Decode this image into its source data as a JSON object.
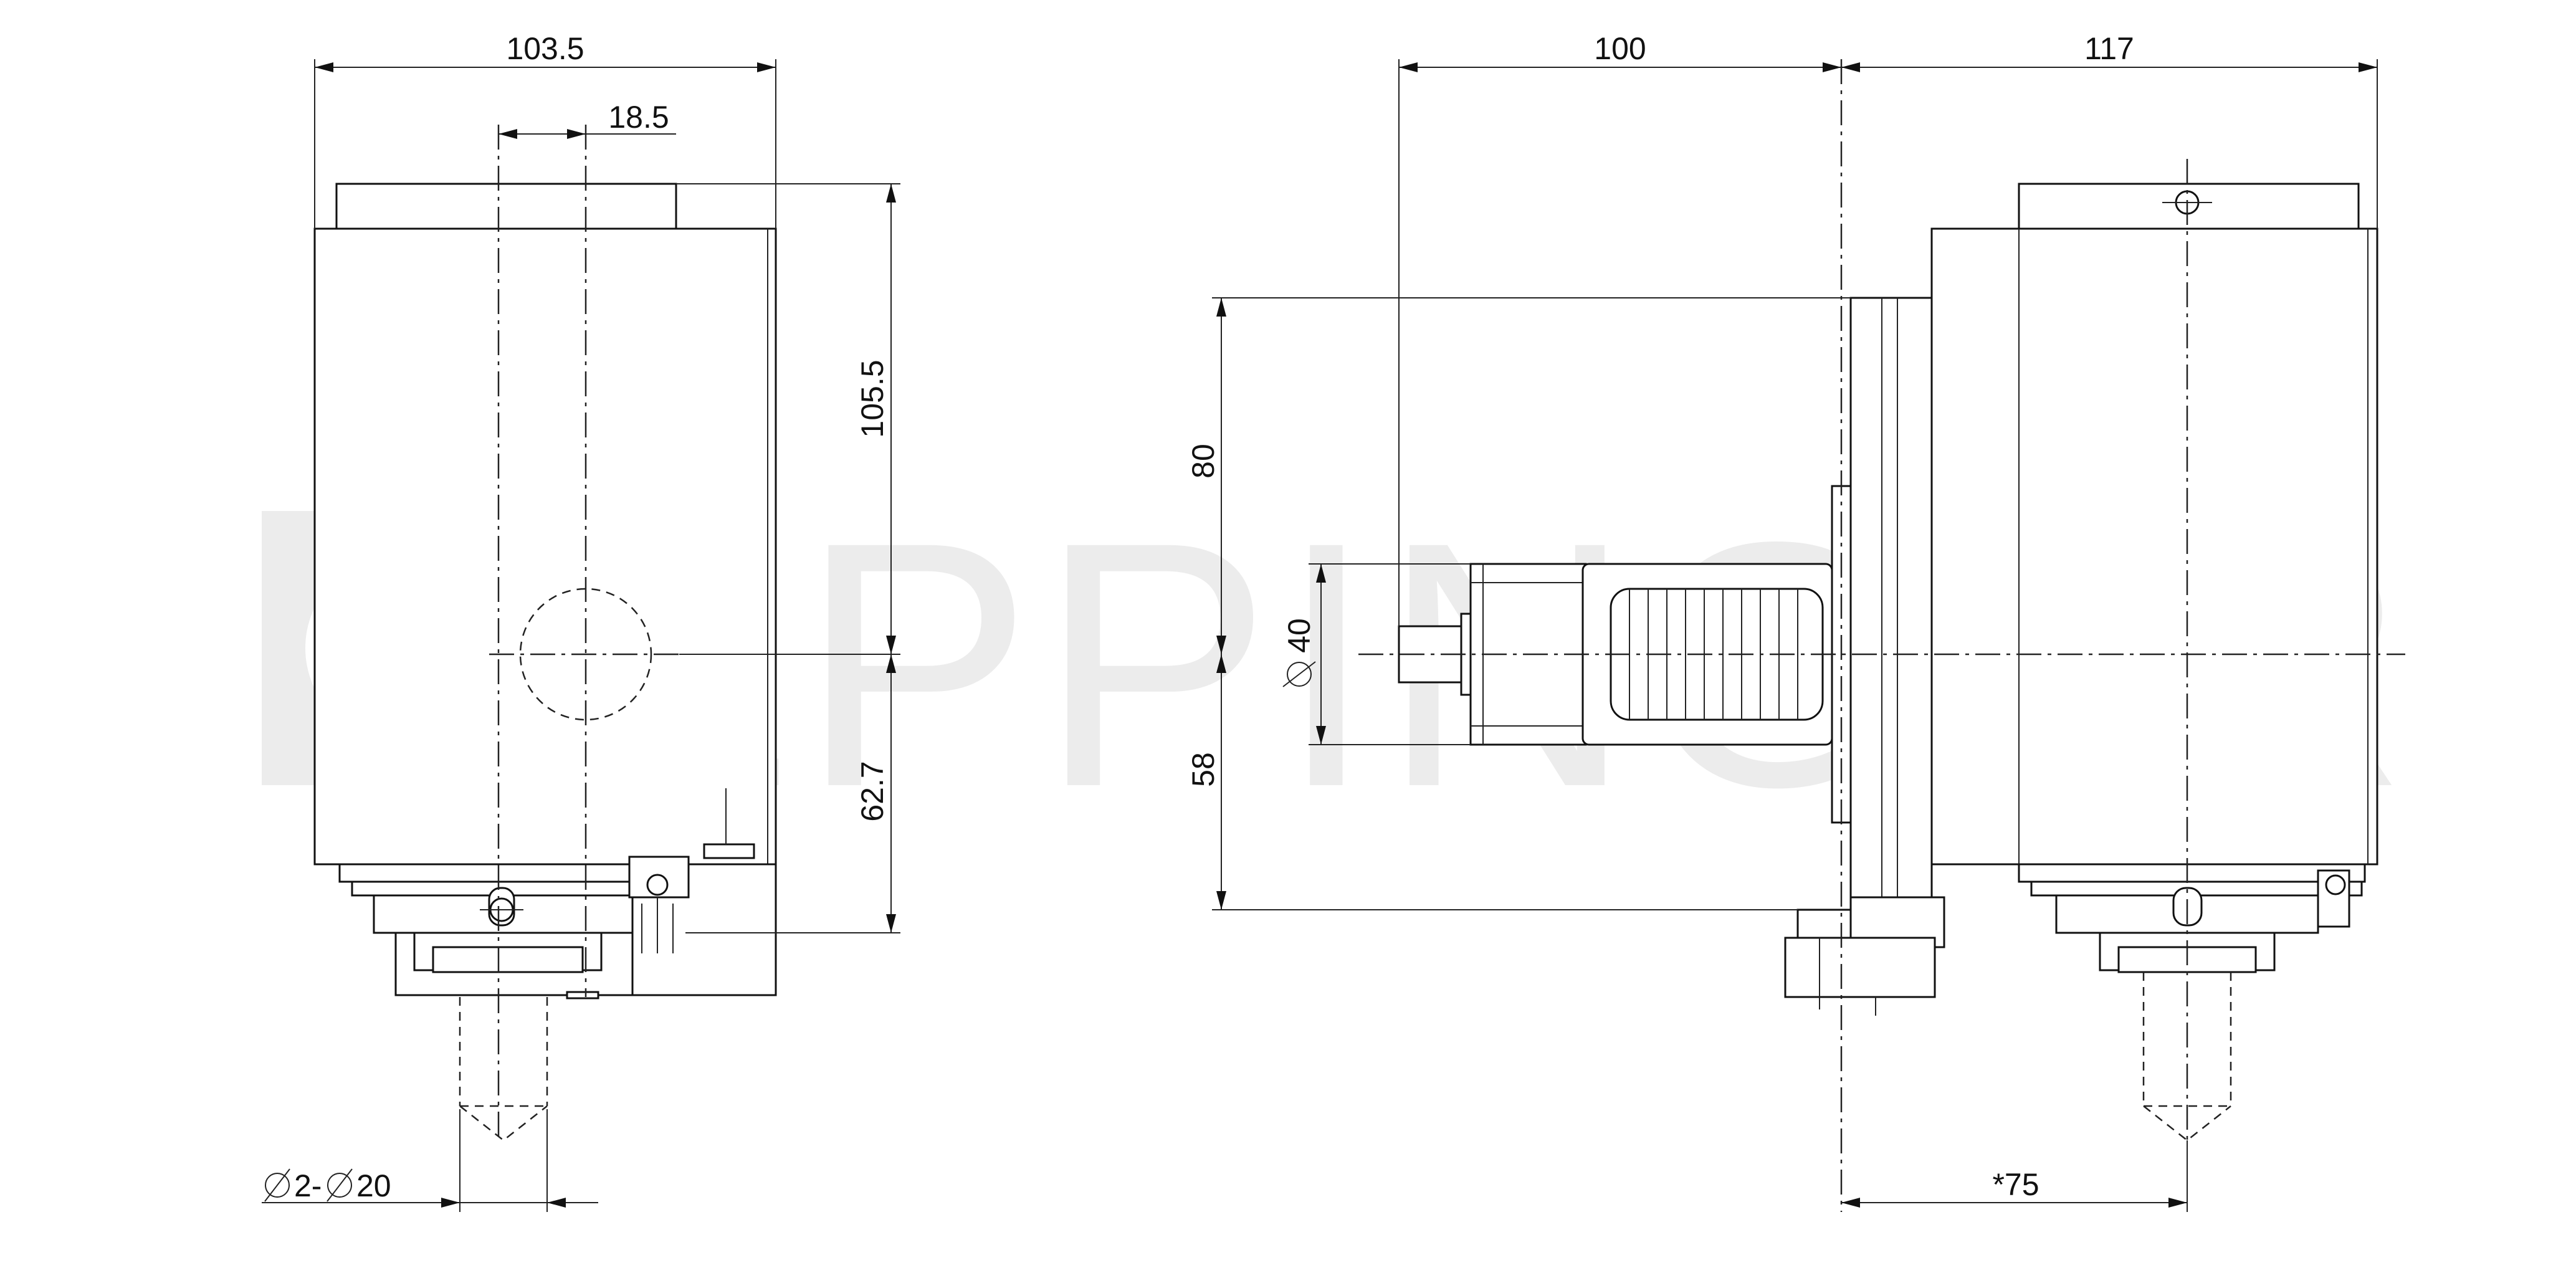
{
  "watermark": {
    "text": "EPPINGER",
    "color": "#ececec"
  },
  "dimensions": {
    "left_width": "103.5",
    "left_offset": "18.5",
    "left_upper_height": "105.5",
    "left_lower_height": "62.7",
    "left_drill": "2-",
    "left_drill_tail": "20",
    "right_shank_length": "100",
    "right_body_width": "117",
    "right_upper_height": "80",
    "right_lower_height": "58",
    "right_shank_dia": "40",
    "right_offset_note": "*75"
  },
  "colors": {
    "line": "#111111",
    "background": "#ffffff"
  }
}
